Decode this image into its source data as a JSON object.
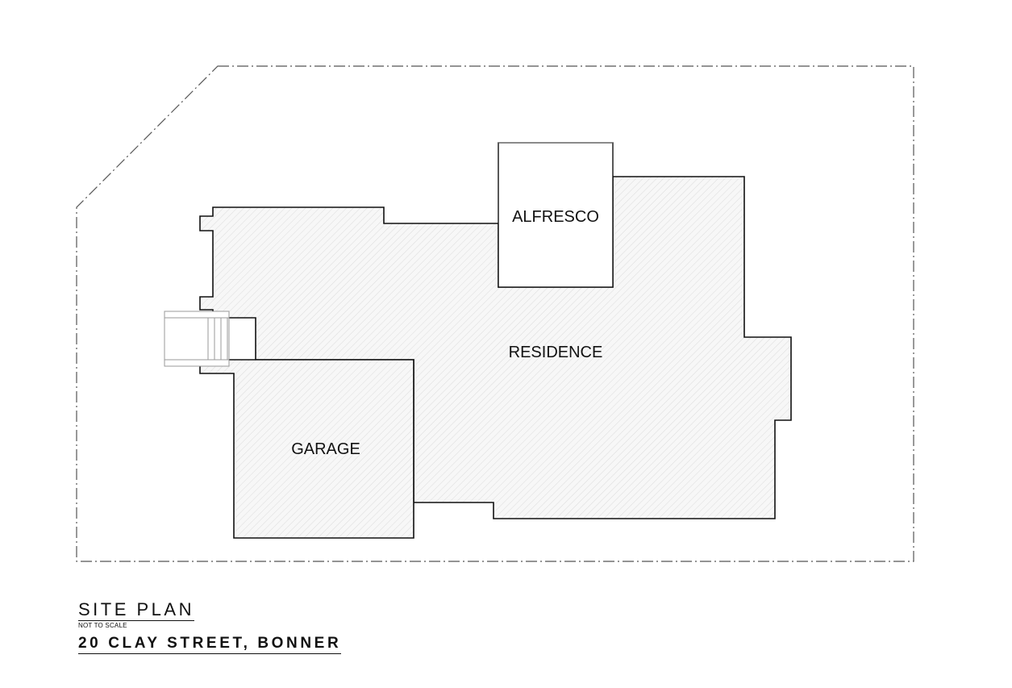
{
  "plan": {
    "rooms": {
      "alfresco": "ALFRESCO",
      "residence": "RESIDENCE",
      "garage": "GARAGE"
    }
  },
  "title_block": {
    "title": "SITE PLAN",
    "note": "NOT TO SCALE",
    "address": "20 CLAY STREET, BONNER"
  },
  "colors": {
    "line": "#111111",
    "boundary": "#555555",
    "hatch": "#d9d9d9",
    "background": "#ffffff"
  }
}
